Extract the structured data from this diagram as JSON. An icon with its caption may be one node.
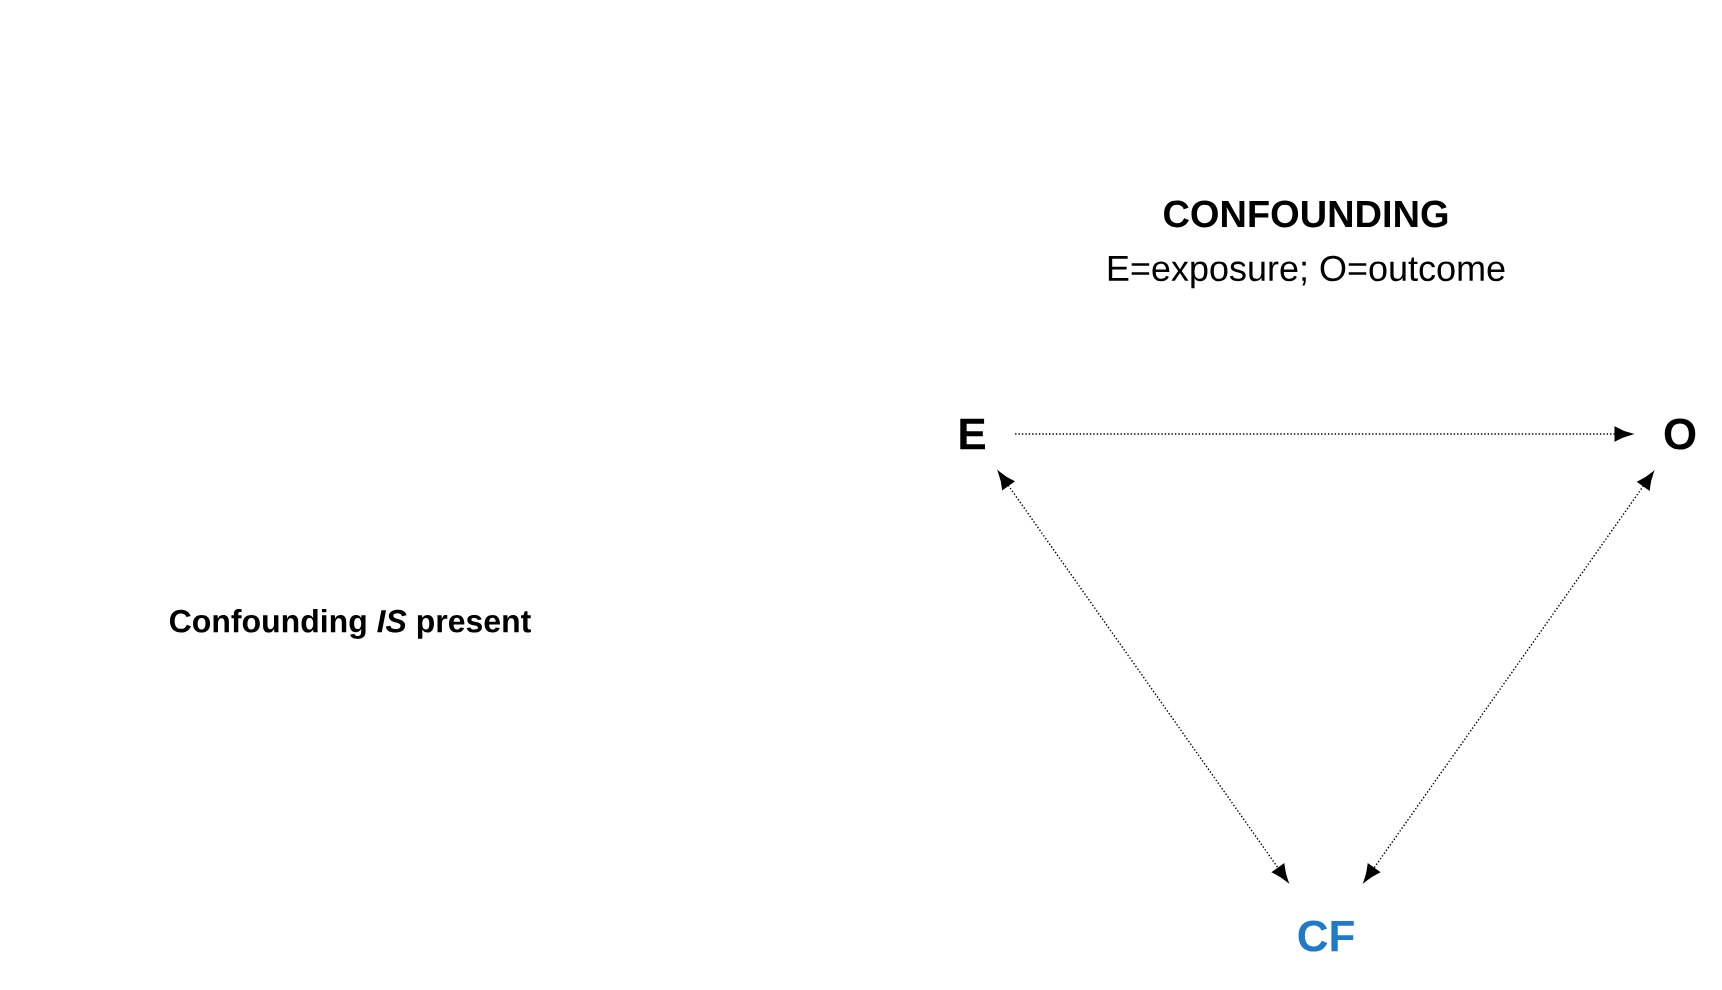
{
  "diagram": {
    "title": "CONFOUNDING",
    "nodes": [
      {
        "text": [
          "E"
        ]
      },
      {
        "text": [
          "O"
        ]
      },
      {
        "text": [
          "CF"
        ]
      }
    ],
    "edges": [
      {
        "from": 0,
        "to": 1,
        "arrow": "to"
      },
      {
        "from": 0,
        "to": 2,
        "arrow": "both"
      },
      {
        "from": 1,
        "to": 2,
        "arrow": "both"
      }
    ],
    "labels": [
      "E=exposure; O=outcome",
      "Confounding *IS* present"
    ]
  }
}
